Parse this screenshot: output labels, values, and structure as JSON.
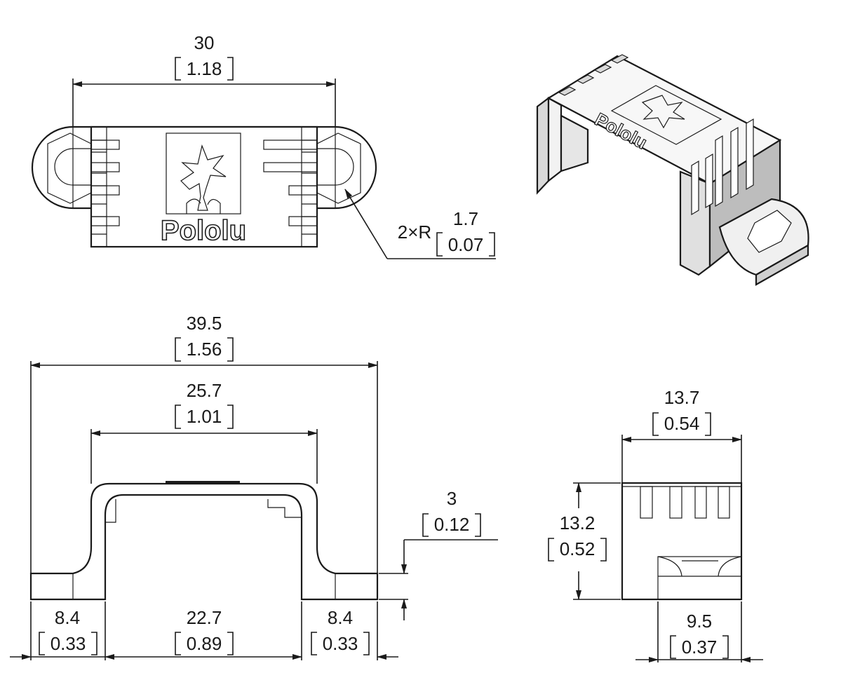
{
  "colors": {
    "ink": "#1a1a1a",
    "paper": "#ffffff",
    "shade_light": "#f2f2f2",
    "shade_mid": "#d9d9d9",
    "shade_dark": "#bdbdbd"
  },
  "logo": {
    "text": "Pololu"
  },
  "top_view": {
    "width": {
      "mm": "30",
      "in": "1.18"
    },
    "radius": {
      "prefix": "2×R",
      "mm": "1.7",
      "in": "0.07"
    }
  },
  "front_view": {
    "overall": {
      "mm": "39.5",
      "in": "1.56"
    },
    "inner": {
      "mm": "25.7",
      "in": "1.01"
    },
    "thickness": {
      "mm": "3",
      "in": "0.12"
    },
    "left_tab": {
      "mm": "8.4",
      "in": "0.33"
    },
    "center": {
      "mm": "22.7",
      "in": "0.89"
    },
    "right_tab": {
      "mm": "8.4",
      "in": "0.33"
    }
  },
  "side_view": {
    "width": {
      "mm": "13.7",
      "in": "0.54"
    },
    "height": {
      "mm": "13.2",
      "in": "0.52"
    },
    "slot": {
      "mm": "9.5",
      "in": "0.37"
    }
  }
}
